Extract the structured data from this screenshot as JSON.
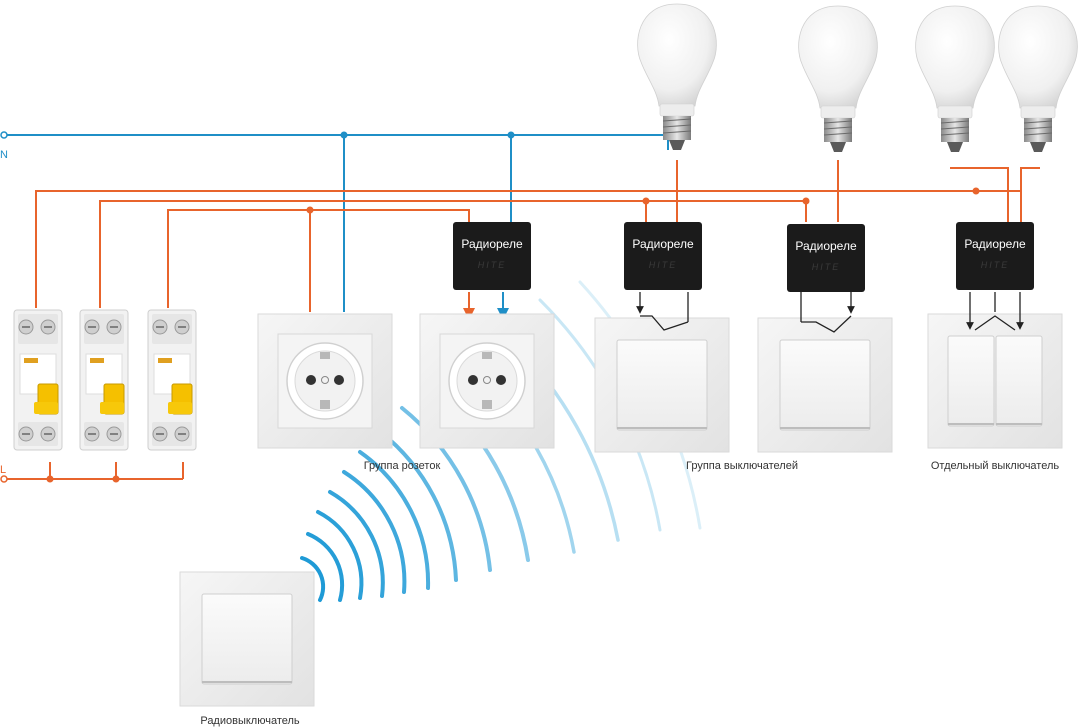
{
  "wires": {
    "neutral_label": "N",
    "live_label": "L",
    "neutral_color": "#1f8fc7",
    "live_color": "#e8642c"
  },
  "relays": [
    {
      "label": "Радиореле",
      "brand": "HITE"
    },
    {
      "label": "Радиореле",
      "brand": "HITE"
    },
    {
      "label": "Радиореле",
      "brand": "HITE"
    },
    {
      "label": "Радиореле",
      "brand": "HITE"
    }
  ],
  "captions": {
    "sockets": "Группа розеток",
    "switches": "Группа выключателей",
    "separate": "Отдельный выключатель",
    "radio": "Радиовыключатель"
  },
  "colors": {
    "relay_body": "#1b1b1b",
    "frame": "#eeeeee",
    "radio_wave": "#1e9ad6"
  },
  "icons": [
    "bulb-icon",
    "breaker-icon",
    "socket-icon",
    "switch-icon",
    "relay-icon",
    "radio-wave-icon"
  ]
}
